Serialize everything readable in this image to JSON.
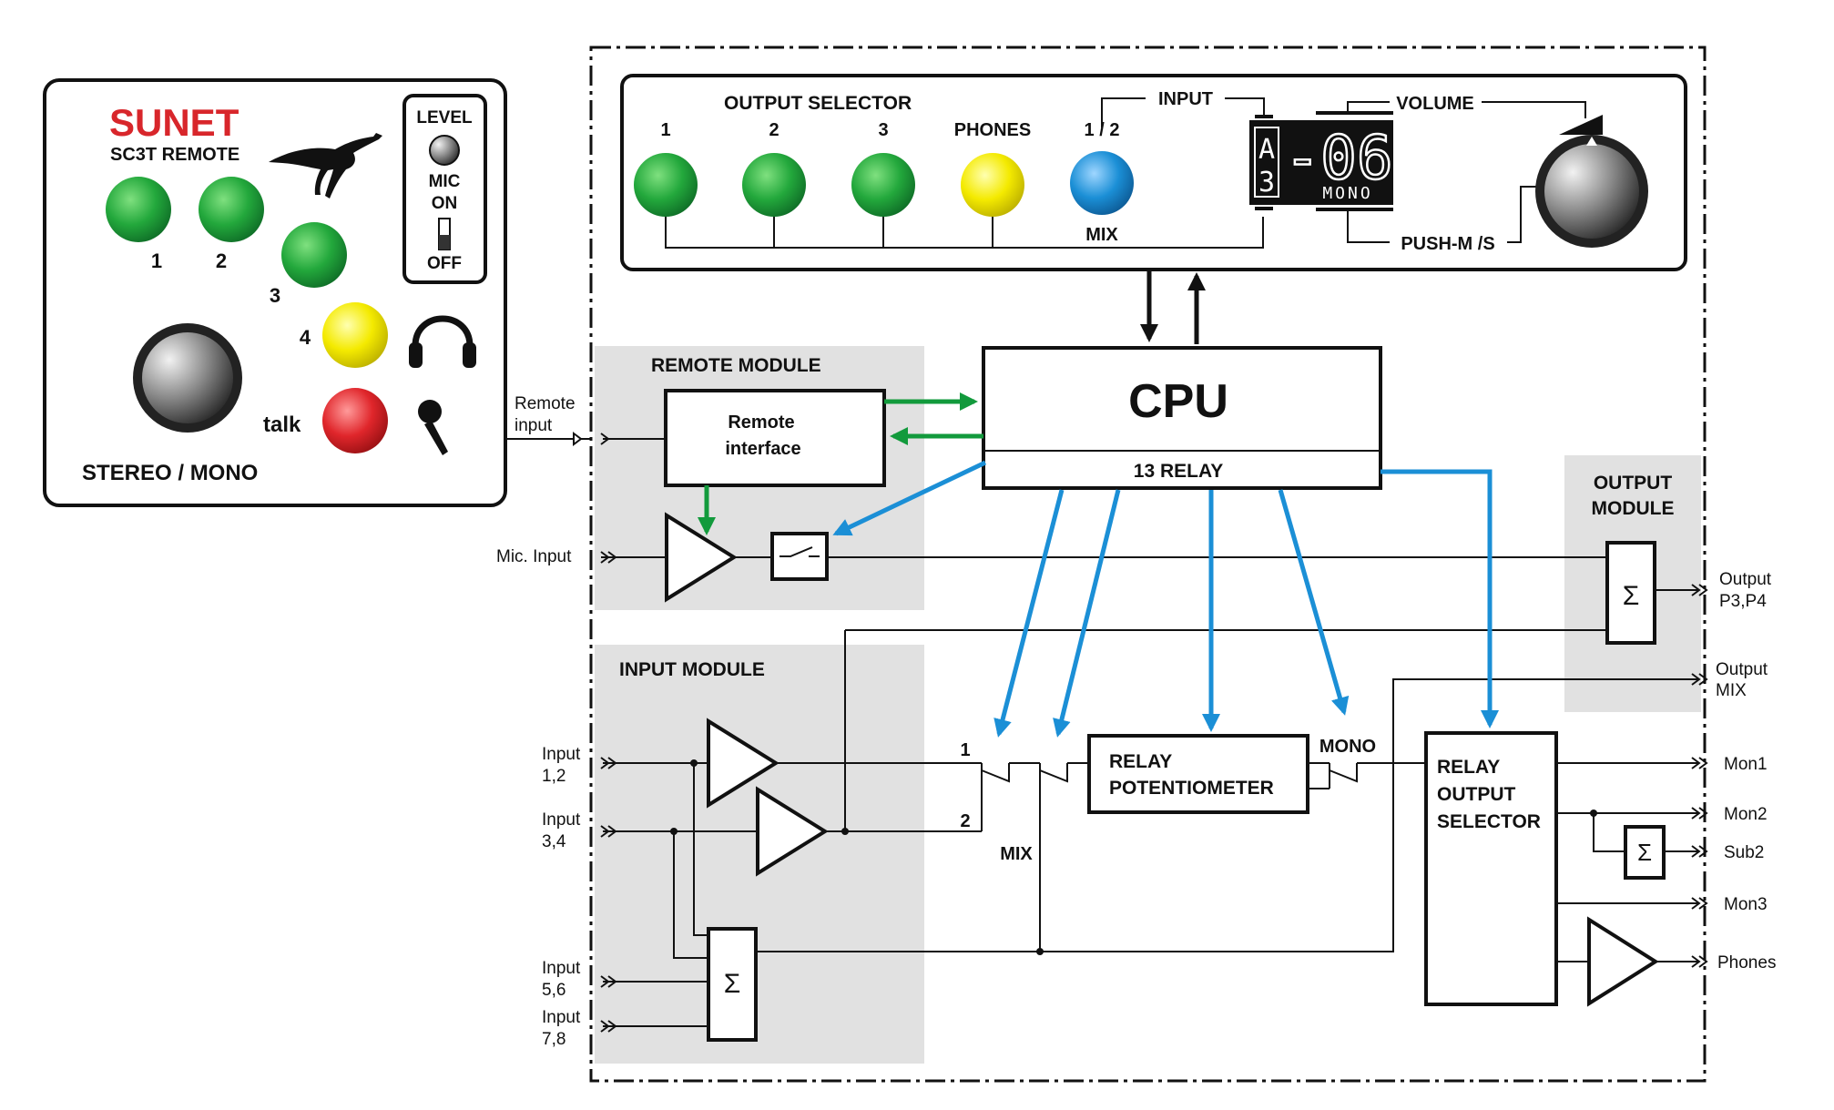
{
  "remote": {
    "brand": "SUNET",
    "model": "SC3T REMOTE",
    "btn1": "1",
    "btn2": "2",
    "btn3": "3",
    "btn4": "4",
    "talk": "talk",
    "level": "LEVEL",
    "mic": "MIC",
    "on": "ON",
    "off": "OFF",
    "stereo_mono": "STEREO / MONO"
  },
  "panel": {
    "output_selector": "OUTPUT SELECTOR",
    "sel1": "1",
    "sel2": "2",
    "sel3": "3",
    "phones": "PHONES",
    "input_sel": "1 / 2",
    "mix": "MIX",
    "input": "INPUT",
    "volume": "VOLUME",
    "push": "PUSH-M /S",
    "display_value": "-06",
    "display_mode": "MONO",
    "display_a": "A",
    "display_3": "3"
  },
  "modules": {
    "remote_module": "REMOTE MODULE",
    "remote_interface_1": "Remote",
    "remote_interface_2": "interface",
    "input_module": "INPUT MODULE",
    "output_module_1": "OUTPUT",
    "output_module_2": "MODULE",
    "cpu": "CPU",
    "relay13": "13 RELAY",
    "relay_pot_1": "RELAY",
    "relay_pot_2": "POTENTIOMETER",
    "relay_out_1": "RELAY",
    "relay_out_2": "OUTPUT",
    "relay_out_3": "SELECTOR",
    "sigma": "Σ"
  },
  "signals": {
    "remote_input_1": "Remote",
    "remote_input_2": "input",
    "mic_input": "Mic. Input",
    "input12_a": "Input",
    "input12_b": "1,2",
    "input34_a": "Input",
    "input34_b": "3,4",
    "input56_a": "Input",
    "input56_b": "5,6",
    "input78_a": "Input",
    "input78_b": "7,8",
    "sw1": "1",
    "sw2": "2",
    "mix": "MIX",
    "mono": "MONO",
    "out_p34_a": "Output",
    "out_p34_b": "P3,P4",
    "out_mix_a": "Output",
    "out_mix_b": "MIX",
    "mon1": "Mon1",
    "mon2": "Mon2",
    "sub2": "Sub2",
    "mon3": "Mon3",
    "phones": "Phones"
  },
  "colors": {
    "brand_red": "#d8262b",
    "green_button": "#1f9a3a",
    "yellow_button": "#f2e600",
    "blue_button": "#1b8fd6",
    "red_button": "#e0262b",
    "control_arrow_blue": "#1b8fd6",
    "control_arrow_green": "#129a3c",
    "module_gray": "#e1e1e1"
  }
}
